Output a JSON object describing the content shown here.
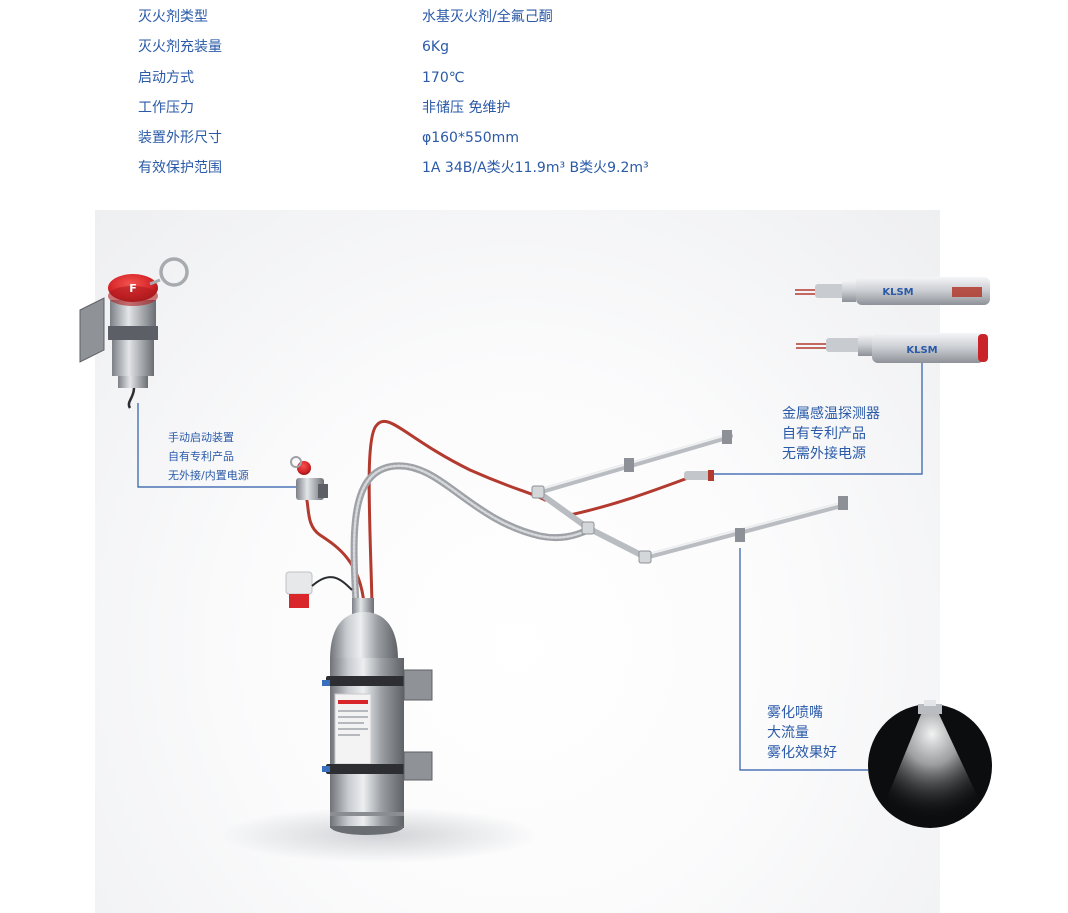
{
  "specs": [
    {
      "label": "灭火剂类型",
      "value": "水基灭火剂/全氟己酮"
    },
    {
      "label": "灭火剂充装量",
      "value": "6Kg"
    },
    {
      "label": "启动方式",
      "value": "170℃"
    },
    {
      "label": "工作压力",
      "value": "非储压 免维护"
    },
    {
      "label": "装置外形尺寸",
      "value": "φ160*550mm"
    },
    {
      "label": "有效保护范围",
      "value": "1A 34B/A类火11.9m³  B类火9.2m³"
    }
  ],
  "callouts": {
    "manual": [
      "手动启动装置",
      "自有专利产品",
      "无外接/内置电源"
    ],
    "detector": [
      "金属感温探测器",
      "自有专利产品",
      "无需外接电源"
    ],
    "nozzle": [
      "雾化喷嘴",
      "大流量",
      "雾化效果好"
    ]
  },
  "product": {
    "brand": "KLSM",
    "button_letter": "F"
  },
  "colors": {
    "text_blue": "#2a5aa8",
    "leader_line": "#2a5aa8",
    "tube_red": "#b23a2e",
    "tube_gray": "#a7aaae",
    "button_red": "#d8262a"
  }
}
